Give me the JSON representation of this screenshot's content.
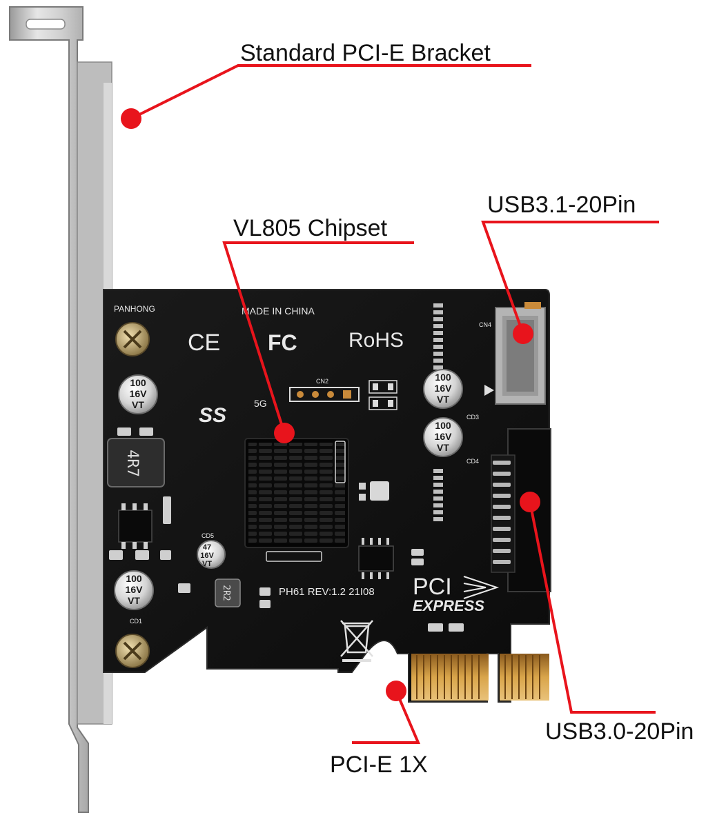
{
  "callouts": {
    "bracket": "Standard PCI-E Bracket",
    "chipset": "VL805 Chipset",
    "usb31": "USB3.1-20Pin",
    "usb30": "USB3.0-20Pin",
    "pcie": "PCI-E 1X"
  },
  "board": {
    "brand": "PANHONG",
    "made_in": "MADE IN CHINA",
    "ce": "CE",
    "fc": "FC",
    "rohs": "RoHS",
    "ss_logo": "SS",
    "ss_5g": "5G",
    "revision": "PH61   REV:1.2   21I08",
    "pci_word": "PCI",
    "express_word": "EXPRESS",
    "inductor_main": "4R7",
    "inductor_small": "2R2",
    "cap_large_value": "100",
    "cap_large_voltage": "16V",
    "cap_large_series": "VT",
    "cap_small_value": "47",
    "cap_small_voltage": "16V",
    "cap_small_series": "VT",
    "cn2": "CN2",
    "cn4": "CN4",
    "cd1": "CD1",
    "cd3": "CD3",
    "cd4": "CD4",
    "cd5": "CD5"
  },
  "colors": {
    "accent_red": "#e8141c",
    "pcb": "#121212",
    "bracket": "#c9c9c9",
    "gold": "#c9963a"
  },
  "icons": [
    "red-dot-marker",
    "weee-bin-icon",
    "screw-icon"
  ]
}
